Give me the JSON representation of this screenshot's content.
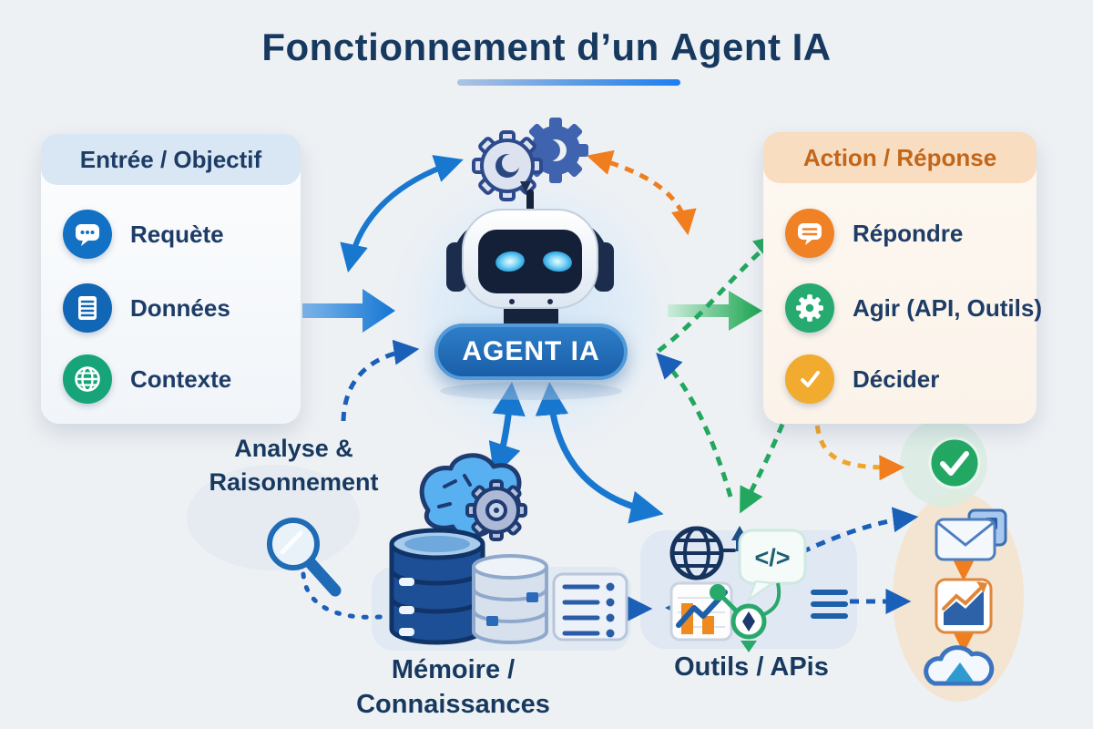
{
  "title": {
    "part1": "Fonctionnement",
    "part2": "d’un",
    "part3": "Agent IA"
  },
  "agent_pill": {
    "label": "AGENT IA"
  },
  "input_box": {
    "header": "Entrée / Objectif",
    "items": [
      {
        "label": "Requète",
        "icon": "chat-dots-icon",
        "color": "#1271c4"
      },
      {
        "label": "Données",
        "icon": "document-lines-icon",
        "color": "#1167b5"
      },
      {
        "label": "Contexte",
        "icon": "globe-icon",
        "color": "#17a478"
      }
    ]
  },
  "output_box": {
    "header": "Action / Réponse",
    "items": [
      {
        "label": "Répondre",
        "icon": "chat-lines-icon",
        "color": "#f08124"
      },
      {
        "label": "Agir (API, Outils)",
        "icon": "gear-icon",
        "color": "#27aa70"
      },
      {
        "label": "Décider",
        "icon": "check-icon",
        "color": "#f1ab2e"
      }
    ]
  },
  "labels": {
    "analysis_line1": "Analyse &",
    "analysis_line2": "Raisonnement",
    "memory_line1": "Mémoire /",
    "memory_line2": "Connaissances",
    "tools": "Outils / APis",
    "code": "</>"
  },
  "palette": {
    "background": "#eef1f4",
    "title_navy": "#17395f",
    "underline_blue": "#1b7ef2",
    "solid_arrow_blue": "#1878d0",
    "dashed_arrow_blue": "#1a5fb8",
    "arrow_green": "#22a85e",
    "arrow_orange": "#f07d1e",
    "agent_pill_blue": "#1a5ea8",
    "input_header_bg": "#d9e6f3",
    "output_header_bg": "#f8ddc1",
    "output_header_text": "#c2661a"
  },
  "icons": [
    "gears-icon",
    "robot-icon",
    "brain-gear-icon",
    "magnifier-icon",
    "database-icon",
    "server-icon",
    "globe-wire-icon",
    "code-bubble-icon",
    "bar-chart-icon",
    "flow-nodes-icon",
    "menu-lines-icon",
    "up-arrow-icon",
    "check-circle-icon",
    "email-icon",
    "line-chart-icon",
    "cloud-icon"
  ]
}
